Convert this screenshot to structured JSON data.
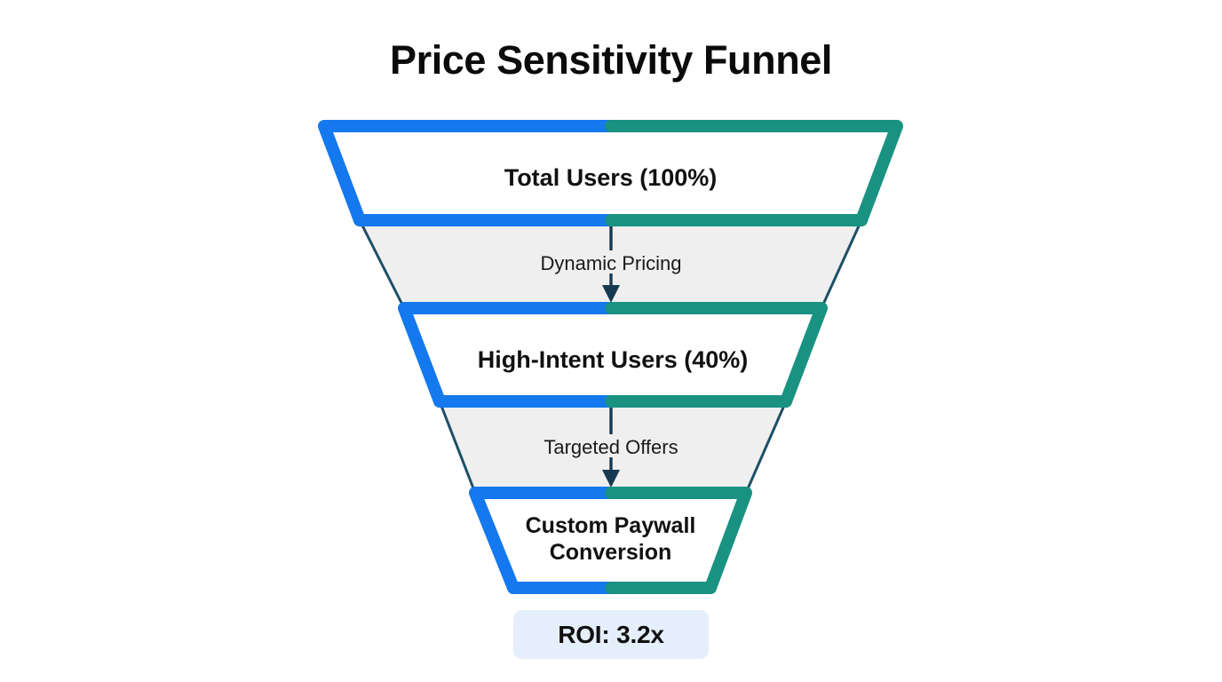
{
  "chart_data": {
    "type": "funnel",
    "title": "Price Sensitivity Funnel",
    "stages": [
      {
        "label": "Total Users (100%)",
        "name": "Total Users",
        "value": 100,
        "unit": "%"
      },
      {
        "label": "High-Intent Users (40%)",
        "name": "High-Intent Users",
        "value": 40,
        "unit": "%"
      },
      {
        "label_line1": "Custom Paywall",
        "label_line2": "Conversion",
        "name": "Custom Paywall Conversion",
        "value": null,
        "unit": "%"
      }
    ],
    "transitions": [
      {
        "label": "Dynamic Pricing",
        "from": "Total Users (100%)",
        "to": "High-Intent Users (40%)"
      },
      {
        "label": "Targeted Offers",
        "from": "High-Intent Users (40%)",
        "to": "Custom Paywall Conversion"
      }
    ],
    "summary_badge": {
      "label": "ROI: 3.2x",
      "metric": "ROI",
      "value": "3.2x"
    },
    "colors": {
      "left_accent": "#1478EE",
      "right_accent": "#1A9282",
      "connector_fill": "#EFEFEF",
      "connector_edge": "#1E4F68",
      "arrow": "#173A52",
      "stage_fill": "#FFFFFF",
      "badge_background": "#E5EFFB",
      "text": "#111111",
      "background": "#FFFFFF"
    },
    "legend": [],
    "grid": false,
    "xlabel": "",
    "ylabel": ""
  },
  "page": {
    "title": "Price Sensitivity Funnel",
    "background": "#FFFFFF"
  },
  "funnel": {
    "title": "Price Sensitivity Funnel",
    "stage1": {
      "label": "Total Users (100%)"
    },
    "stage2": {
      "label": "High-Intent Users (40%)"
    },
    "stage3": {
      "line1": "Custom Paywall",
      "line2": "Conversion"
    },
    "connector1": {
      "label": "Dynamic Pricing"
    },
    "connector2": {
      "label": "Targeted Offers"
    },
    "badge": {
      "label": "ROI: 3.2x"
    }
  }
}
